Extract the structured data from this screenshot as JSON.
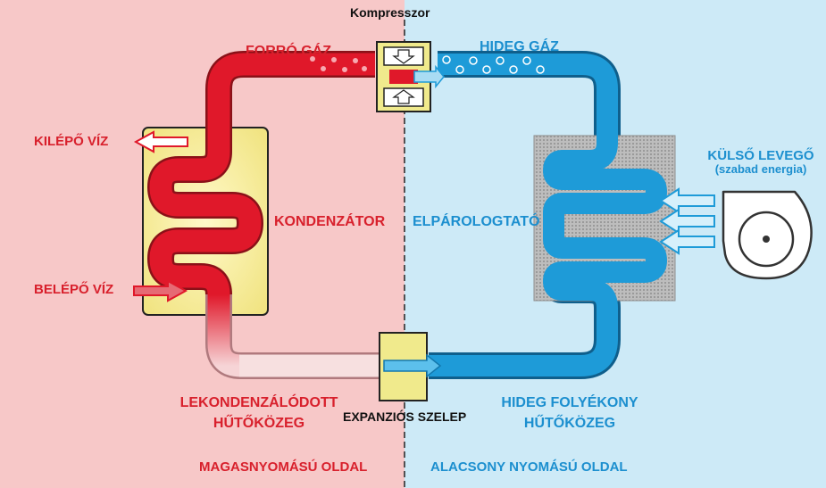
{
  "colors": {
    "high_side_bg": "#f7c8c8",
    "low_side_bg": "#cdeaf7",
    "hot_pipe": "#e0182a",
    "cold_pipe": "#1e9bd8",
    "label_red": "#d8202c",
    "label_blue": "#1c8fcf",
    "unit_yellow": "#f2ec95",
    "evaporator_grey": "#b3b3b3"
  },
  "labels": {
    "compressor": "Kompresszor",
    "hot_gas": "FORRÓ GÁZ",
    "cold_gas": "HIDEG GÁZ",
    "outlet_water": "KILÉPŐ VÍZ",
    "inlet_water": "BELÉPŐ VÍZ",
    "condenser": "KONDENZÁTOR",
    "evaporator": "ELPÁROLOGTATÓ",
    "outside_air_line1": "KÜLSŐ LEVEGŐ",
    "outside_air_line2": "(szabad energia)",
    "condensed_line1": "LEKONDENZÁLÓDOTT",
    "condensed_line2": "HŰTŐKÖZEG",
    "expansion_valve": "EXPANZIÓS SZELEP",
    "cold_liquid_line1": "HIDEG FOLYÉKONY",
    "cold_liquid_line2": "HŰTŐKÖZEG",
    "high_pressure_side": "MAGASNYOMÁSÚ OLDAL",
    "low_pressure_side": "ALACSONY NYOMÁSÚ OLDAL"
  },
  "icons": {
    "compressor": "compressor-icon",
    "expansion_valve": "expansion-valve-icon",
    "fan": "fan-icon",
    "water_outlet_arrow": "arrow-left-icon",
    "water_inlet_arrow": "arrow-right-icon",
    "air_arrows": "arrow-left-icon"
  }
}
